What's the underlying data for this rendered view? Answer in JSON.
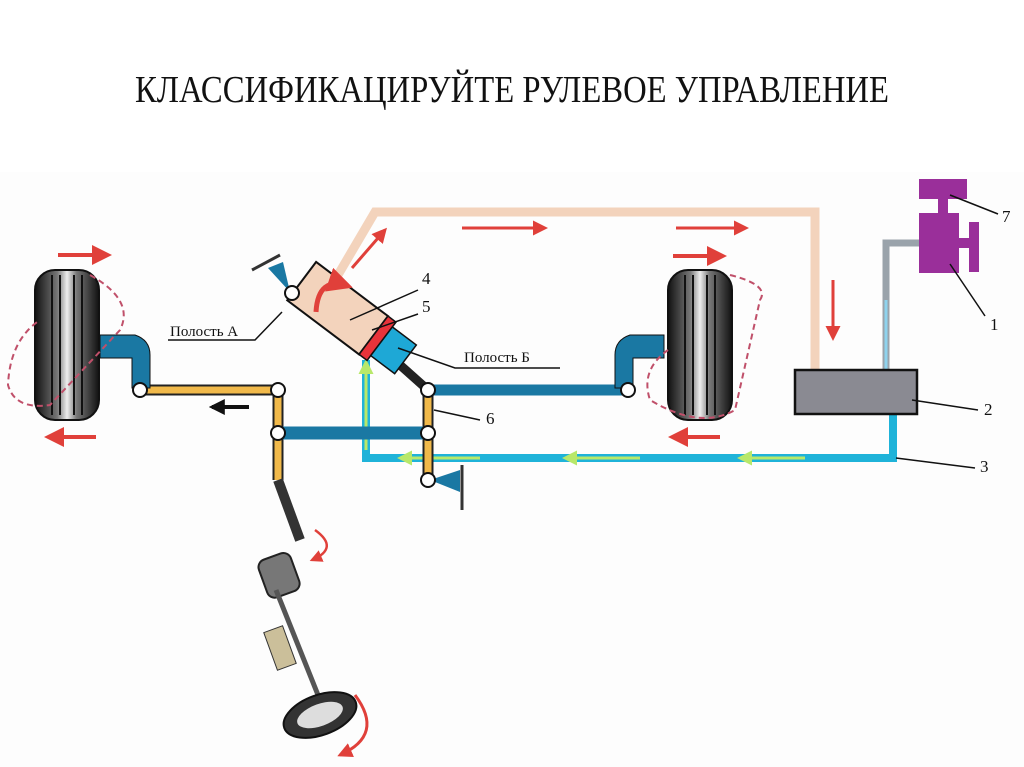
{
  "slide": {
    "title": "КЛАССИФИКАЦИРУЙТЕ РУЛЕВОЕ УПРАВЛЕНИЕ"
  },
  "diagram": {
    "labels": {
      "cavity_a": "Полость А",
      "cavity_b": "Полость Б"
    },
    "callouts": [
      "1",
      "2",
      "3",
      "4",
      "5",
      "6",
      "7"
    ],
    "colors": {
      "pressure_line": "#f3d3bc",
      "return_line": "#1fb3d9",
      "rod_yellow": "#f1b94a",
      "rod_blue": "#1a78a3",
      "pump": "#9a2f9a",
      "reservoir": "#8a8a92",
      "flow_arrow": "#e0403a",
      "return_arrow": "#b8e86a",
      "piston": "#e8333a",
      "cylinder": "#f3d3bc",
      "cavity_b_fill": "#1ea8d6"
    }
  }
}
